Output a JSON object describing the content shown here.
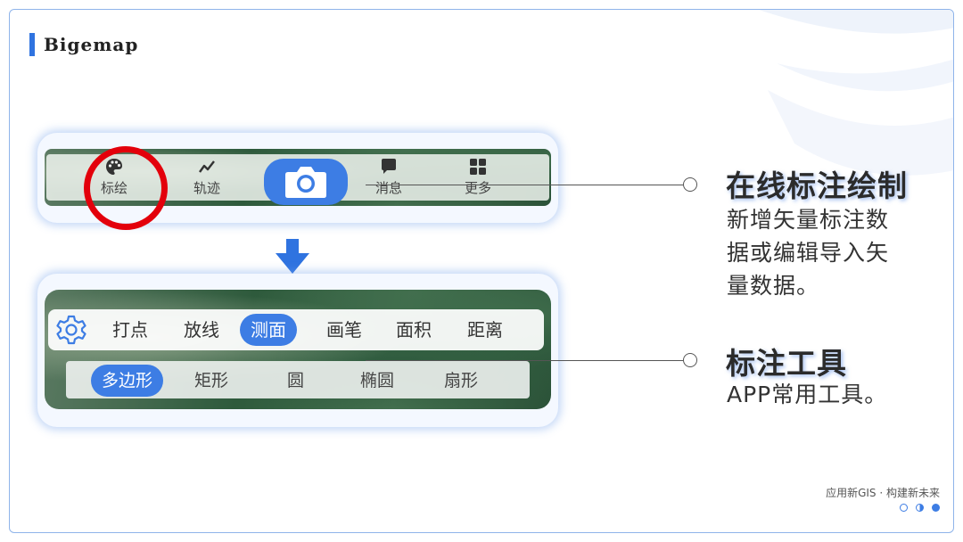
{
  "brand": {
    "logo_text": "Bigemap"
  },
  "toolbar_main": {
    "items": [
      {
        "label": "标绘",
        "icon": "palette-icon"
      },
      {
        "label": "轨迹",
        "icon": "track-line-icon"
      },
      {
        "label": "",
        "icon": "camera-icon"
      },
      {
        "label": "消息",
        "icon": "message-icon"
      },
      {
        "label": "更多",
        "icon": "grid-icon"
      }
    ]
  },
  "toolbar_measure": {
    "settings_icon": "gear-icon",
    "tools": [
      "打点",
      "放线",
      "测面",
      "画笔",
      "面积",
      "距离"
    ],
    "active_tool": "测面",
    "shapes": [
      "多边形",
      "矩形",
      "圆",
      "椭圆",
      "扇形"
    ],
    "active_shape": "多边形"
  },
  "callouts": [
    {
      "title": "在线标注绘制",
      "desc_lines": [
        "新增矢量标注数",
        "据或编辑导入矢",
        "量数据。"
      ]
    },
    {
      "title": "标注工具",
      "desc_lines": [
        "APP常用工具。"
      ]
    }
  ],
  "footer": {
    "slogan": "应用新GIS · 构建新未来"
  },
  "colors": {
    "accent": "#3d7de4",
    "highlight": "#e3000b",
    "border": "#8fb4ea"
  }
}
